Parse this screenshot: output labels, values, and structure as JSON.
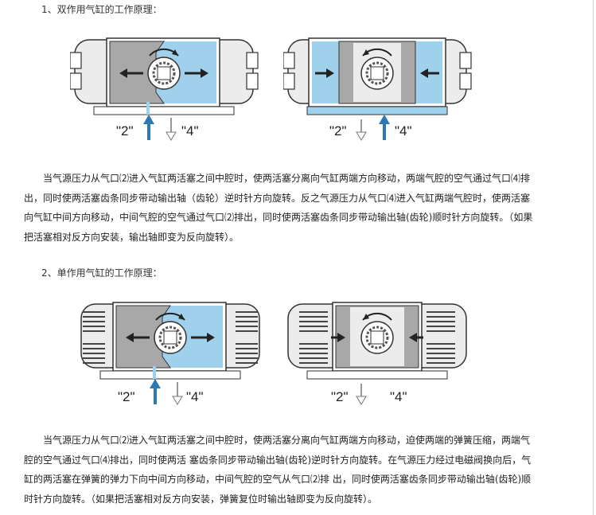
{
  "section1": {
    "heading": "1、双作用气缸的工作原理：",
    "figure_left": {
      "port_a": "\"2\"",
      "port_b": "\"4\""
    },
    "figure_right": {
      "port_a": "\"2\"",
      "port_b": "\"4\""
    },
    "paragraph": "当气源压力从气口⑵进入气缸两活塞之间中腔时，使两活塞分离向气缸两端方向移动，两端气腔的空气通过气口⑷排出，同时使两活塞齿条同步带动输出轴（齿轮）逆时针方向旋转。反之气源压力从气口⑷进入气缸两端气腔时，使两活塞向气缸中间方向移动，中间气腔的空气通过气口⑵排出，同时使两活塞齿条同步带动输出轴(齿轮)顺时针方向旋转。（如果把活塞相对反方向安装，输出轴即变为反向旋转）。"
  },
  "section2": {
    "heading": "2、单作用气缸的工作原理：",
    "figure_left": {
      "port_a": "\"2\"",
      "port_b": "\"4\""
    },
    "figure_right": {
      "port_a": "\"2\"",
      "port_b": "\"4\""
    },
    "paragraph": "当气源压力从气口⑵进入气缸两活塞之间中腔时，使两活塞分离向气缸两端方向移动，迫使两端的弹簧压缩，两端气腔的空气通过气口⑷排出，同时使两活 塞齿条同步带动输出轴(齿轮)逆时针方向旋转。在气源压力经过电磁阀换向后，气缸的两活塞在弹簧的弹力下向中间方向移动，中间气腔的空气从气口⑵排 出，同时使两活塞齿条同步带动输出轴(齿轮)顺时针方向旋转。（如果把活塞相对反方向安装，弹簧复位时输出轴即变为反向旋转）。"
  },
  "colors": {
    "air_blue": "#9fd0ec",
    "arrow_blue": "#2a79b5",
    "piston_gray": "#a8a8a8",
    "body_gray": "#ececec",
    "outline": "#333333"
  }
}
